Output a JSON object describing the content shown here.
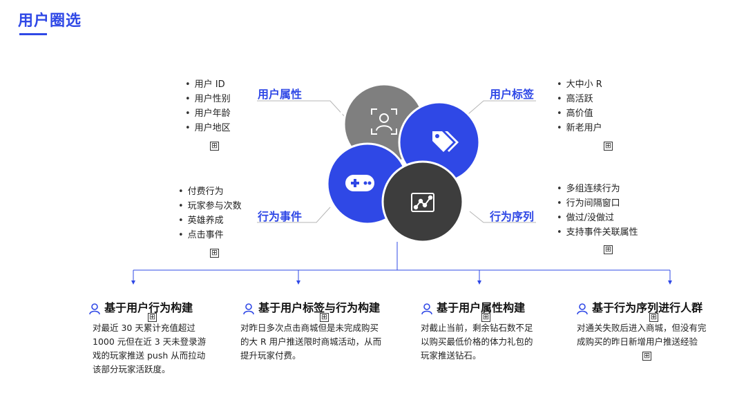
{
  "page": {
    "title": "用户圈选"
  },
  "categories": {
    "user_attributes": {
      "label": "用户属性",
      "items": [
        "用户 ID",
        "用户性别",
        "用户年龄",
        "用户地区"
      ]
    },
    "user_tags": {
      "label": "用户标签",
      "items": [
        "大中小 R",
        "高活跃",
        "高价值",
        "新老用户"
      ]
    },
    "behavior_events": {
      "label": "行为事件",
      "items": [
        "付费行为",
        "玩家参与次数",
        "英雄养成",
        "点击事件"
      ]
    },
    "behavior_sequence": {
      "label": "行为序列",
      "items": [
        "多组连续行为",
        "行为间隔窗口",
        "做过/没做过",
        "支持事件关联属性"
      ]
    }
  },
  "expand_glyph": "⊞",
  "cards": [
    {
      "title": "基于用户行为构建",
      "desc": [
        "对最近 30 天累计充值超过",
        "1000 元但在近 3 天未登录游",
        "戏的玩家推送 push 从而拉动",
        "该部分玩家活跃度。"
      ]
    },
    {
      "title": "基于用户标签与行为构建",
      "desc": [
        "对昨日多次点击商城但是未完成购买",
        "的大 R 用户推送限时商城活动，从而",
        "提升玩家付费。"
      ]
    },
    {
      "title": "基于用户属性构建",
      "desc": [
        "对截止当前，剩余钻石数不足",
        "以购买最低价格的体力礼包的",
        "玩家推送钻石。"
      ]
    },
    {
      "title": "基于行为序列进行人群",
      "desc": [
        "对通关失败后进入商城，但没有完",
        "成购买的昨日新增用户推送经验"
      ]
    }
  ],
  "colors": {
    "accent": "#2f48e6",
    "gray": "#7f7f7f",
    "dark": "#3d3d3d"
  },
  "icons": [
    "face-scan-icon",
    "tag-icon",
    "gamepad-icon",
    "chart-line-icon",
    "user-icon"
  ]
}
